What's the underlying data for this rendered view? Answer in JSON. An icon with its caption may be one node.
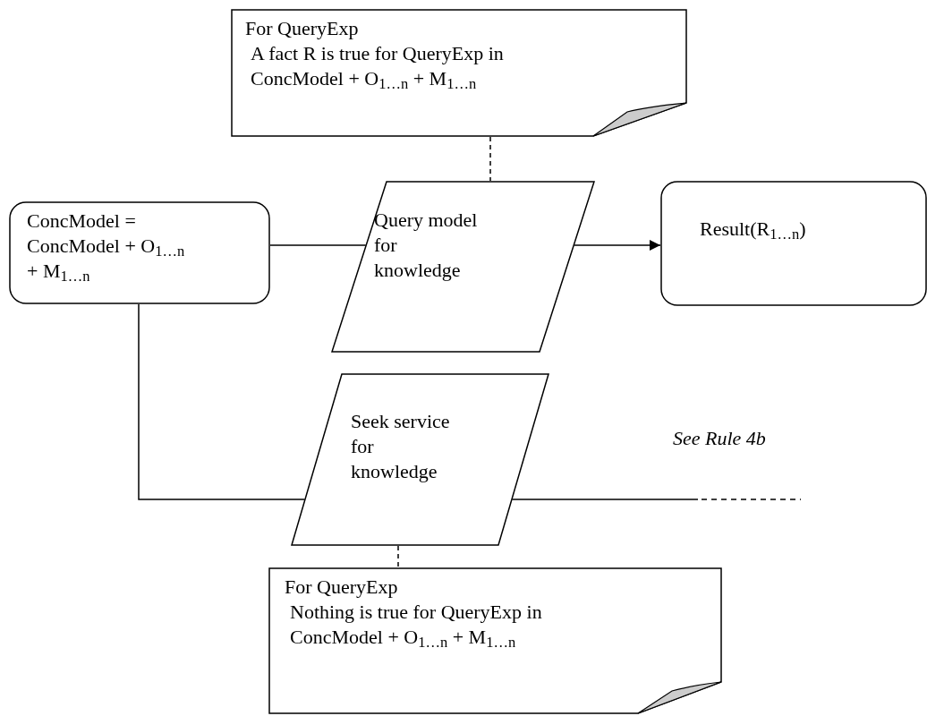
{
  "diagram": {
    "nodes": [
      {
        "text": [
          "For QueryExp",
          "A fact R is true for QueryExp in ConcModel +  O$_{1…n}$ + M$_{1…n}$"
        ]
      },
      {
        "text": [
          "ConcModel = ConcModel + O$_{1…n}$ + M$_{1…n}$"
        ]
      },
      {
        "text": [
          "Query model for knowledge"
        ]
      },
      {
        "text": [
          "Result(R$_{1…n}$)"
        ]
      },
      {
        "text": [
          "Seek service for knowledge"
        ]
      },
      {
        "text": [
          "For QueryExp",
          "Nothing is true for QueryExp in ConcModel +  O$_{1…n}$ + M$_{1…n}$"
        ]
      }
    ],
    "edges": [
      {
        "from": 0,
        "to": 2,
        "arrow": "none",
        "style": "dashed"
      },
      {
        "from": 1,
        "to": 2,
        "arrow": "none"
      },
      {
        "from": 2,
        "to": 3,
        "arrow": "to"
      },
      {
        "from": 1,
        "to": 4,
        "arrow": "none"
      },
      {
        "from": 4,
        "to": null,
        "arrow": "none",
        "label": "See Rule 4b"
      },
      {
        "from": 4,
        "to": 5,
        "arrow": "none",
        "style": "dashed"
      }
    ]
  }
}
